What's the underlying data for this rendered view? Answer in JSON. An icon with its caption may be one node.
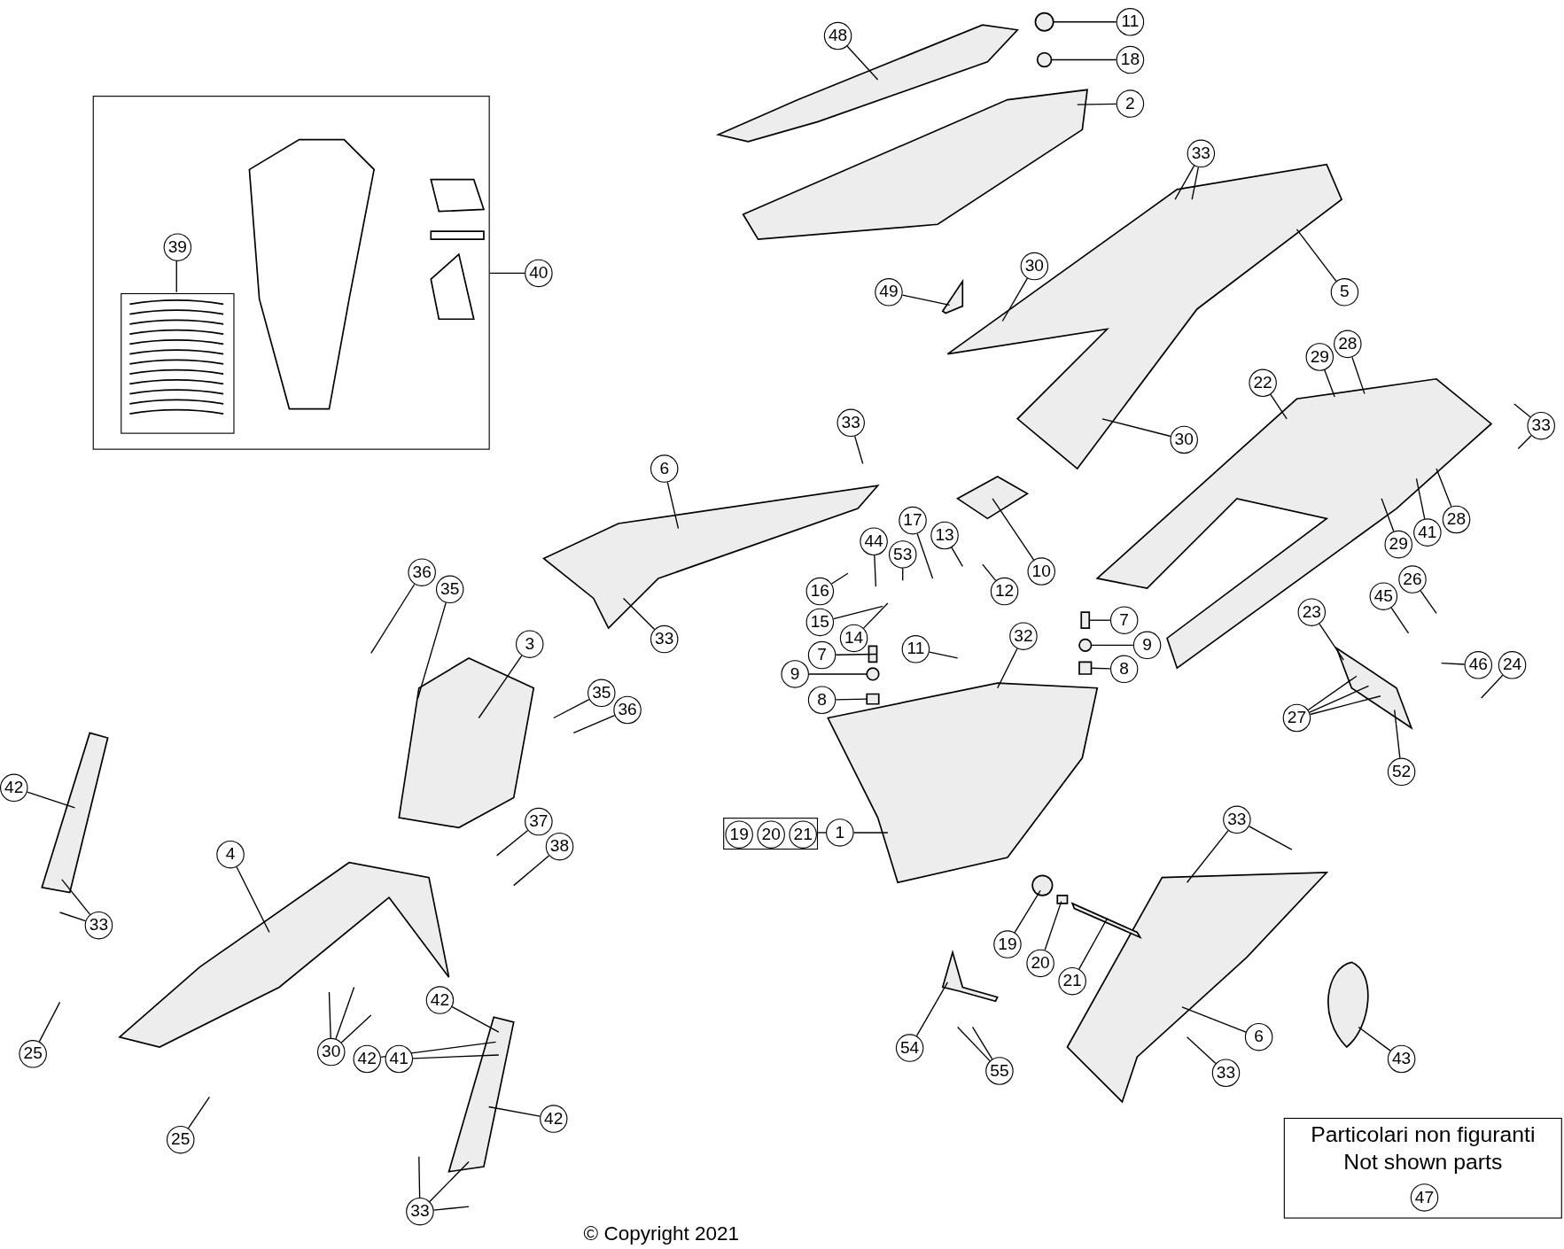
{
  "diagram": {
    "nodes": [
      {
        "text": [],
        "shape": "box"
      },
      {
        "text": [],
        "shape": "box",
        "in": 0
      },
      {
        "text": [
          "39"
        ],
        "in": 0
      },
      {
        "text": [
          "40"
        ]
      },
      {
        "text": [
          "48"
        ]
      },
      {
        "text": [
          "11"
        ]
      },
      {
        "text": [
          "18"
        ]
      },
      {
        "text": [
          "2"
        ]
      },
      {
        "text": [
          "33"
        ]
      },
      {
        "text": [
          "49"
        ]
      },
      {
        "text": [
          "30"
        ]
      },
      {
        "text": [
          "5"
        ]
      },
      {
        "text": [
          "22"
        ]
      },
      {
        "text": [
          "29"
        ]
      },
      {
        "text": [
          "28"
        ]
      },
      {
        "text": [
          "33"
        ]
      },
      {
        "text": [
          "30"
        ]
      },
      {
        "text": [
          "6"
        ]
      },
      {
        "text": [
          "33"
        ]
      },
      {
        "text": [
          "33"
        ]
      },
      {
        "text": [
          "44"
        ]
      },
      {
        "text": [
          "17"
        ]
      },
      {
        "text": [
          "13"
        ]
      },
      {
        "text": [
          "53"
        ]
      },
      {
        "text": [
          "10"
        ]
      },
      {
        "text": [
          "12"
        ]
      },
      {
        "text": [
          "16"
        ]
      },
      {
        "text": [
          "15"
        ]
      },
      {
        "text": [
          "14"
        ]
      },
      {
        "text": [
          "36"
        ]
      },
      {
        "text": [
          "35"
        ]
      },
      {
        "text": [
          "3"
        ]
      },
      {
        "text": [
          "28"
        ]
      },
      {
        "text": [
          "41"
        ]
      },
      {
        "text": [
          "29"
        ]
      },
      {
        "text": [
          "7"
        ]
      },
      {
        "text": [
          "9"
        ]
      },
      {
        "text": [
          "8"
        ]
      },
      {
        "text": [
          "7"
        ]
      },
      {
        "text": [
          "9"
        ]
      },
      {
        "text": [
          "8"
        ]
      },
      {
        "text": [
          "11"
        ]
      },
      {
        "text": [
          "32"
        ]
      },
      {
        "text": [
          "23"
        ]
      },
      {
        "text": [
          "45"
        ]
      },
      {
        "text": [
          "26"
        ]
      },
      {
        "text": [
          "46"
        ]
      },
      {
        "text": [
          "24"
        ]
      },
      {
        "text": [
          "27"
        ]
      },
      {
        "text": [
          "52"
        ]
      },
      {
        "text": [
          "42"
        ]
      },
      {
        "text": [
          "33"
        ]
      },
      {
        "text": [
          "4"
        ]
      },
      {
        "text": [
          "35"
        ]
      },
      {
        "text": [
          "36"
        ]
      },
      {
        "text": [
          "37"
        ]
      },
      {
        "text": [
          "38"
        ]
      },
      {
        "text": [],
        "shape": "box"
      },
      {
        "text": [
          "19"
        ],
        "in": 57
      },
      {
        "text": [
          "20"
        ],
        "in": 57
      },
      {
        "text": [
          "21"
        ],
        "in": 57
      },
      {
        "text": [
          "1"
        ]
      },
      {
        "text": [
          "33"
        ]
      },
      {
        "text": [
          "19"
        ]
      },
      {
        "text": [
          "20"
        ]
      },
      {
        "text": [
          "21"
        ]
      },
      {
        "text": [
          "43"
        ]
      },
      {
        "text": [
          "6"
        ]
      },
      {
        "text": [
          "33"
        ]
      },
      {
        "text": [
          "54"
        ]
      },
      {
        "text": [
          "55"
        ]
      },
      {
        "text": [
          "25"
        ]
      },
      {
        "text": [
          "30"
        ]
      },
      {
        "text": [
          "42"
        ]
      },
      {
        "text": [
          "42"
        ]
      },
      {
        "text": [
          "41"
        ]
      },
      {
        "text": [
          "42"
        ]
      },
      {
        "text": [
          "25"
        ]
      },
      {
        "text": [
          "33"
        ]
      },
      {
        "text": [
          "Particolari non figuranti",
          "Not shown parts"
        ]
      },
      {
        "text": [
          "47"
        ],
        "in": 79
      },
      {
        "text": [],
        "shape": "picture"
      },
      {
        "text": [],
        "shape": "picture"
      },
      {
        "text": [],
        "shape": "picture"
      },
      {
        "text": [],
        "shape": "picture"
      },
      {
        "text": [],
        "shape": "picture"
      },
      {
        "text": [],
        "shape": "picture"
      },
      {
        "text": [],
        "shape": "picture"
      },
      {
        "text": [],
        "shape": "picture"
      },
      {
        "text": [],
        "shape": "picture"
      },
      {
        "text": [],
        "shape": "picture"
      },
      {
        "text": [],
        "shape": "picture"
      },
      {
        "text": [],
        "shape": "picture"
      },
      {
        "text": [],
        "shape": "picture"
      },
      {
        "text": [],
        "shape": "picture"
      },
      {
        "text": [],
        "shape": "picture"
      },
      {
        "text": [],
        "shape": "box"
      },
      {
        "text": [],
        "shape": "picture"
      },
      {
        "text": [],
        "shape": "circle"
      },
      {
        "text": [],
        "shape": "circle"
      },
      {
        "text": [],
        "shape": "box"
      },
      {
        "text": [],
        "shape": "circle"
      },
      {
        "text": [],
        "shape": "box"
      },
      {
        "text": [],
        "shape": "box"
      },
      {
        "text": [],
        "shape": "circle"
      },
      {
        "text": [],
        "shape": "box"
      },
      {
        "text": [],
        "shape": "circle"
      },
      {
        "text": [],
        "shape": "box"
      }
    ],
    "edges": [
      {
        "from": 2,
        "to": 1,
        "arrow": "none"
      },
      {
        "from": 3,
        "to": 0,
        "arrow": "none"
      },
      {
        "from": 4,
        "to": 81,
        "arrow": "none"
      },
      {
        "from": 5,
        "to": 98,
        "arrow": "none"
      },
      {
        "from": 6,
        "to": 99,
        "arrow": "none"
      },
      {
        "from": 7,
        "to": 82,
        "arrow": "none"
      },
      {
        "from": 8,
        "to": 83,
        "arrow": "none"
      },
      {
        "from": 8,
        "to": 83,
        "arrow": "none"
      },
      {
        "from": 9,
        "to": 94,
        "arrow": "none"
      },
      {
        "from": 10,
        "to": 83,
        "arrow": "none"
      },
      {
        "from": 11,
        "to": 83,
        "arrow": "none"
      },
      {
        "from": 12,
        "to": 84,
        "arrow": "none"
      },
      {
        "from": 13,
        "to": 84,
        "arrow": "none"
      },
      {
        "from": 14,
        "to": 84,
        "arrow": "none"
      },
      {
        "from": 15,
        "to": null,
        "arrow": "none"
      },
      {
        "from": 15,
        "to": null,
        "arrow": "none"
      },
      {
        "from": 16,
        "to": 83,
        "arrow": "none"
      },
      {
        "from": 17,
        "to": 85,
        "arrow": "none"
      },
      {
        "from": 18,
        "to": null,
        "arrow": "none"
      },
      {
        "from": 19,
        "to": 85,
        "arrow": "none"
      },
      {
        "from": 20,
        "to": null,
        "arrow": "none"
      },
      {
        "from": 21,
        "to": null,
        "arrow": "none"
      },
      {
        "from": 22,
        "to": null,
        "arrow": "none"
      },
      {
        "from": 23,
        "to": null,
        "arrow": "none"
      },
      {
        "from": 24,
        "to": 95,
        "arrow": "none"
      },
      {
        "from": 25,
        "to": null,
        "arrow": "none"
      },
      {
        "from": 26,
        "to": null,
        "arrow": "none"
      },
      {
        "from": 27,
        "to": null,
        "arrow": "none"
      },
      {
        "from": 28,
        "to": null,
        "arrow": "none"
      },
      {
        "from": 29,
        "to": null,
        "arrow": "none"
      },
      {
        "from": 30,
        "to": 87,
        "arrow": "none"
      },
      {
        "from": 31,
        "to": 87,
        "arrow": "none"
      },
      {
        "from": 32,
        "to": 84,
        "arrow": "none"
      },
      {
        "from": 33,
        "to": 84,
        "arrow": "none"
      },
      {
        "from": 34,
        "to": 84,
        "arrow": "none"
      },
      {
        "from": 35,
        "to": 100,
        "arrow": "none"
      },
      {
        "from": 36,
        "to": 101,
        "arrow": "none"
      },
      {
        "from": 37,
        "to": 102,
        "arrow": "none"
      },
      {
        "from": 38,
        "to": 103,
        "arrow": "none"
      },
      {
        "from": 39,
        "to": 104,
        "arrow": "none"
      },
      {
        "from": 40,
        "to": 105,
        "arrow": "none"
      },
      {
        "from": 41,
        "to": null,
        "arrow": "none"
      },
      {
        "from": 42,
        "to": 86,
        "arrow": "none"
      },
      {
        "from": 43,
        "to": 92,
        "arrow": "none"
      },
      {
        "from": 44,
        "to": null,
        "arrow": "none"
      },
      {
        "from": 45,
        "to": null,
        "arrow": "none"
      },
      {
        "from": 46,
        "to": null,
        "arrow": "none"
      },
      {
        "from": 47,
        "to": null,
        "arrow": "none"
      },
      {
        "from": 48,
        "to": 92,
        "arrow": "none"
      },
      {
        "from": 48,
        "to": 92,
        "arrow": "none"
      },
      {
        "from": 48,
        "to": 92,
        "arrow": "none"
      },
      {
        "from": 49,
        "to": 92,
        "arrow": "none"
      },
      {
        "from": 50,
        "to": 89,
        "arrow": "none"
      },
      {
        "from": 51,
        "to": 89,
        "arrow": "none"
      },
      {
        "from": 51,
        "to": null,
        "arrow": "none"
      },
      {
        "from": 52,
        "to": 88,
        "arrow": "none"
      },
      {
        "from": 53,
        "to": null,
        "arrow": "none"
      },
      {
        "from": 54,
        "to": null,
        "arrow": "none"
      },
      {
        "from": 55,
        "to": null,
        "arrow": "none"
      },
      {
        "from": 56,
        "to": null,
        "arrow": "none"
      },
      {
        "from": 57,
        "to": 61,
        "arrow": "none"
      },
      {
        "from": 61,
        "to": 86,
        "arrow": "none"
      },
      {
        "from": 62,
        "to": 91,
        "arrow": "none"
      },
      {
        "from": 62,
        "to": null,
        "arrow": "none"
      },
      {
        "from": 63,
        "to": 106,
        "arrow": "none"
      },
      {
        "from": 64,
        "to": 107,
        "arrow": "none"
      },
      {
        "from": 65,
        "to": 96,
        "arrow": "none"
      },
      {
        "from": 66,
        "to": 93,
        "arrow": "none"
      },
      {
        "from": 67,
        "to": 91,
        "arrow": "none"
      },
      {
        "from": 68,
        "to": null,
        "arrow": "none"
      },
      {
        "from": 69,
        "to": 97,
        "arrow": "none"
      },
      {
        "from": 70,
        "to": null,
        "arrow": "none"
      },
      {
        "from": 70,
        "to": null,
        "arrow": "none"
      },
      {
        "from": 71,
        "to": null,
        "arrow": "none"
      },
      {
        "from": 72,
        "to": null,
        "arrow": "none"
      },
      {
        "from": 72,
        "to": null,
        "arrow": "none"
      },
      {
        "from": 72,
        "to": null,
        "arrow": "none"
      },
      {
        "from": 73,
        "to": 90,
        "arrow": "none"
      },
      {
        "from": 74,
        "to": 90,
        "arrow": "none"
      },
      {
        "from": 75,
        "to": 90,
        "arrow": "none"
      },
      {
        "from": 76,
        "to": 90,
        "arrow": "none"
      },
      {
        "from": 77,
        "to": null,
        "arrow": "none"
      },
      {
        "from": 78,
        "to": null,
        "arrow": "none"
      },
      {
        "from": 78,
        "to": null,
        "arrow": "none"
      },
      {
        "from": 78,
        "to": 90,
        "arrow": "none"
      }
    ],
    "labels": [
      "© Copyright 2021"
    ]
  }
}
